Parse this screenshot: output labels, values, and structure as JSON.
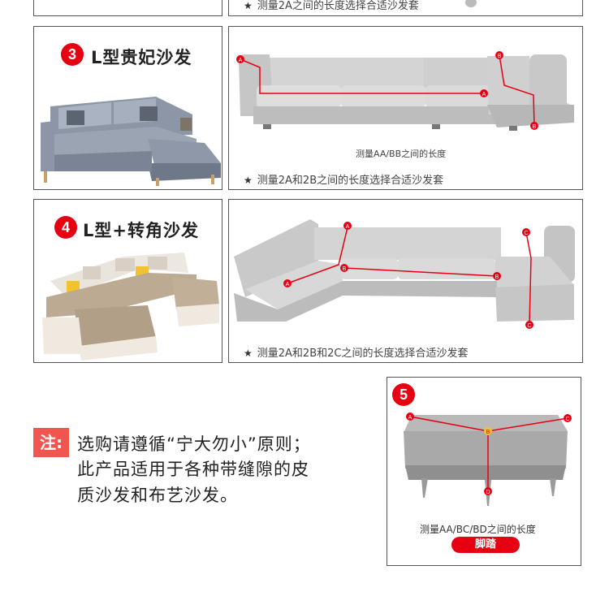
{
  "top_row": {
    "caption": "测量2A之间的长度选择合适沙发套"
  },
  "section3": {
    "number": "3",
    "title": "L型贵妃沙发",
    "measure_label": "测量AA/BB之间的长度",
    "caption": "测量2A和2B之间的长度选择合适沙发套",
    "points": [
      "A",
      "B",
      "A",
      "B"
    ]
  },
  "section4": {
    "number": "4",
    "title": "L型+转角沙发",
    "caption": "测量2A和2B和2C之间的长度选择合适沙发套",
    "points": [
      "A",
      "A",
      "B",
      "B",
      "C",
      "C"
    ]
  },
  "note": {
    "tag": "注:",
    "lines": [
      "选购请遵循“宁大勿小”原则；",
      "此产品适用于各种带缝隙的皮",
      "质沙发和布艺沙发。"
    ]
  },
  "section5": {
    "number": "5",
    "points": [
      "A",
      "B",
      "C",
      "D"
    ],
    "measure_label": "测量AA/BC/BD之间的长度",
    "tag": "脚踏"
  }
}
